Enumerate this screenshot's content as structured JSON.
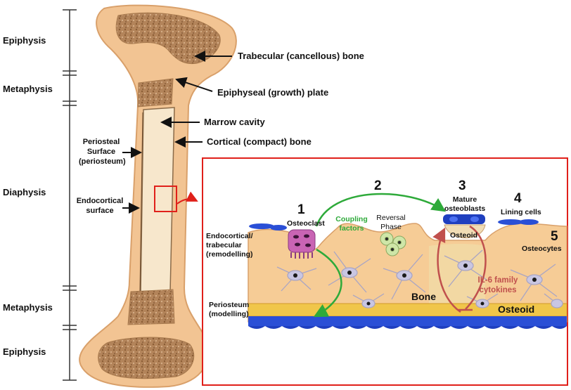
{
  "regions": {
    "epiphysis_top": "Epiphysis",
    "metaphysis_top": "Metaphysis",
    "diaphysis": "Diaphysis",
    "metaphysis_bottom": "Metaphysis",
    "epiphysis_bottom": "Epiphysis"
  },
  "bone_labels": {
    "trabecular": "Trabecular (cancellous) bone",
    "growth_plate": "Epiphyseal (growth) plate",
    "marrow": "Marrow cavity",
    "cortical": "Cortical (compact) bone",
    "periosteal_line1": "Periosteal",
    "periosteal_line2": "Surface",
    "periosteal_line3": "(periosteum)",
    "endocortical_line1": "Endocortical",
    "endocortical_line2": "surface"
  },
  "inset": {
    "steps": {
      "s1": "1",
      "s2": "2",
      "s3": "3",
      "s4": "4",
      "s5": "5"
    },
    "osteoclast": "Osteoclast",
    "coupling_line1": "Coupling",
    "coupling_line2": "factors",
    "reversal_line1": "Reversal",
    "reversal_line2": "Phase",
    "mature_line1": "Mature",
    "mature_line2": "osteoblasts",
    "lining": "Lining cells",
    "osteoid_top": "Osteoid",
    "osteocytes": "Osteocytes",
    "bone": "Bone",
    "il6_line1": "IL-6 family",
    "il6_line2": "cytokines",
    "osteoid_bottom": "Osteoid",
    "endo_line1": "Endocortical/",
    "endo_line2": "trabecular",
    "endo_line3": "(remodelling)",
    "perio_line1": "Periosteum",
    "perio_line2": "(modelling)"
  },
  "colors": {
    "bone": "#f2c493",
    "bone_edge": "#d9a06a",
    "trabecular": "#a87a4e",
    "marrow": "#f7e7cc",
    "inset_border": "#e0201a",
    "coupling_arrow": "#2eaa3a",
    "il6": "#c0504d",
    "osteoblast": "#1f3fbf",
    "osteoclast": "#c964b4"
  }
}
